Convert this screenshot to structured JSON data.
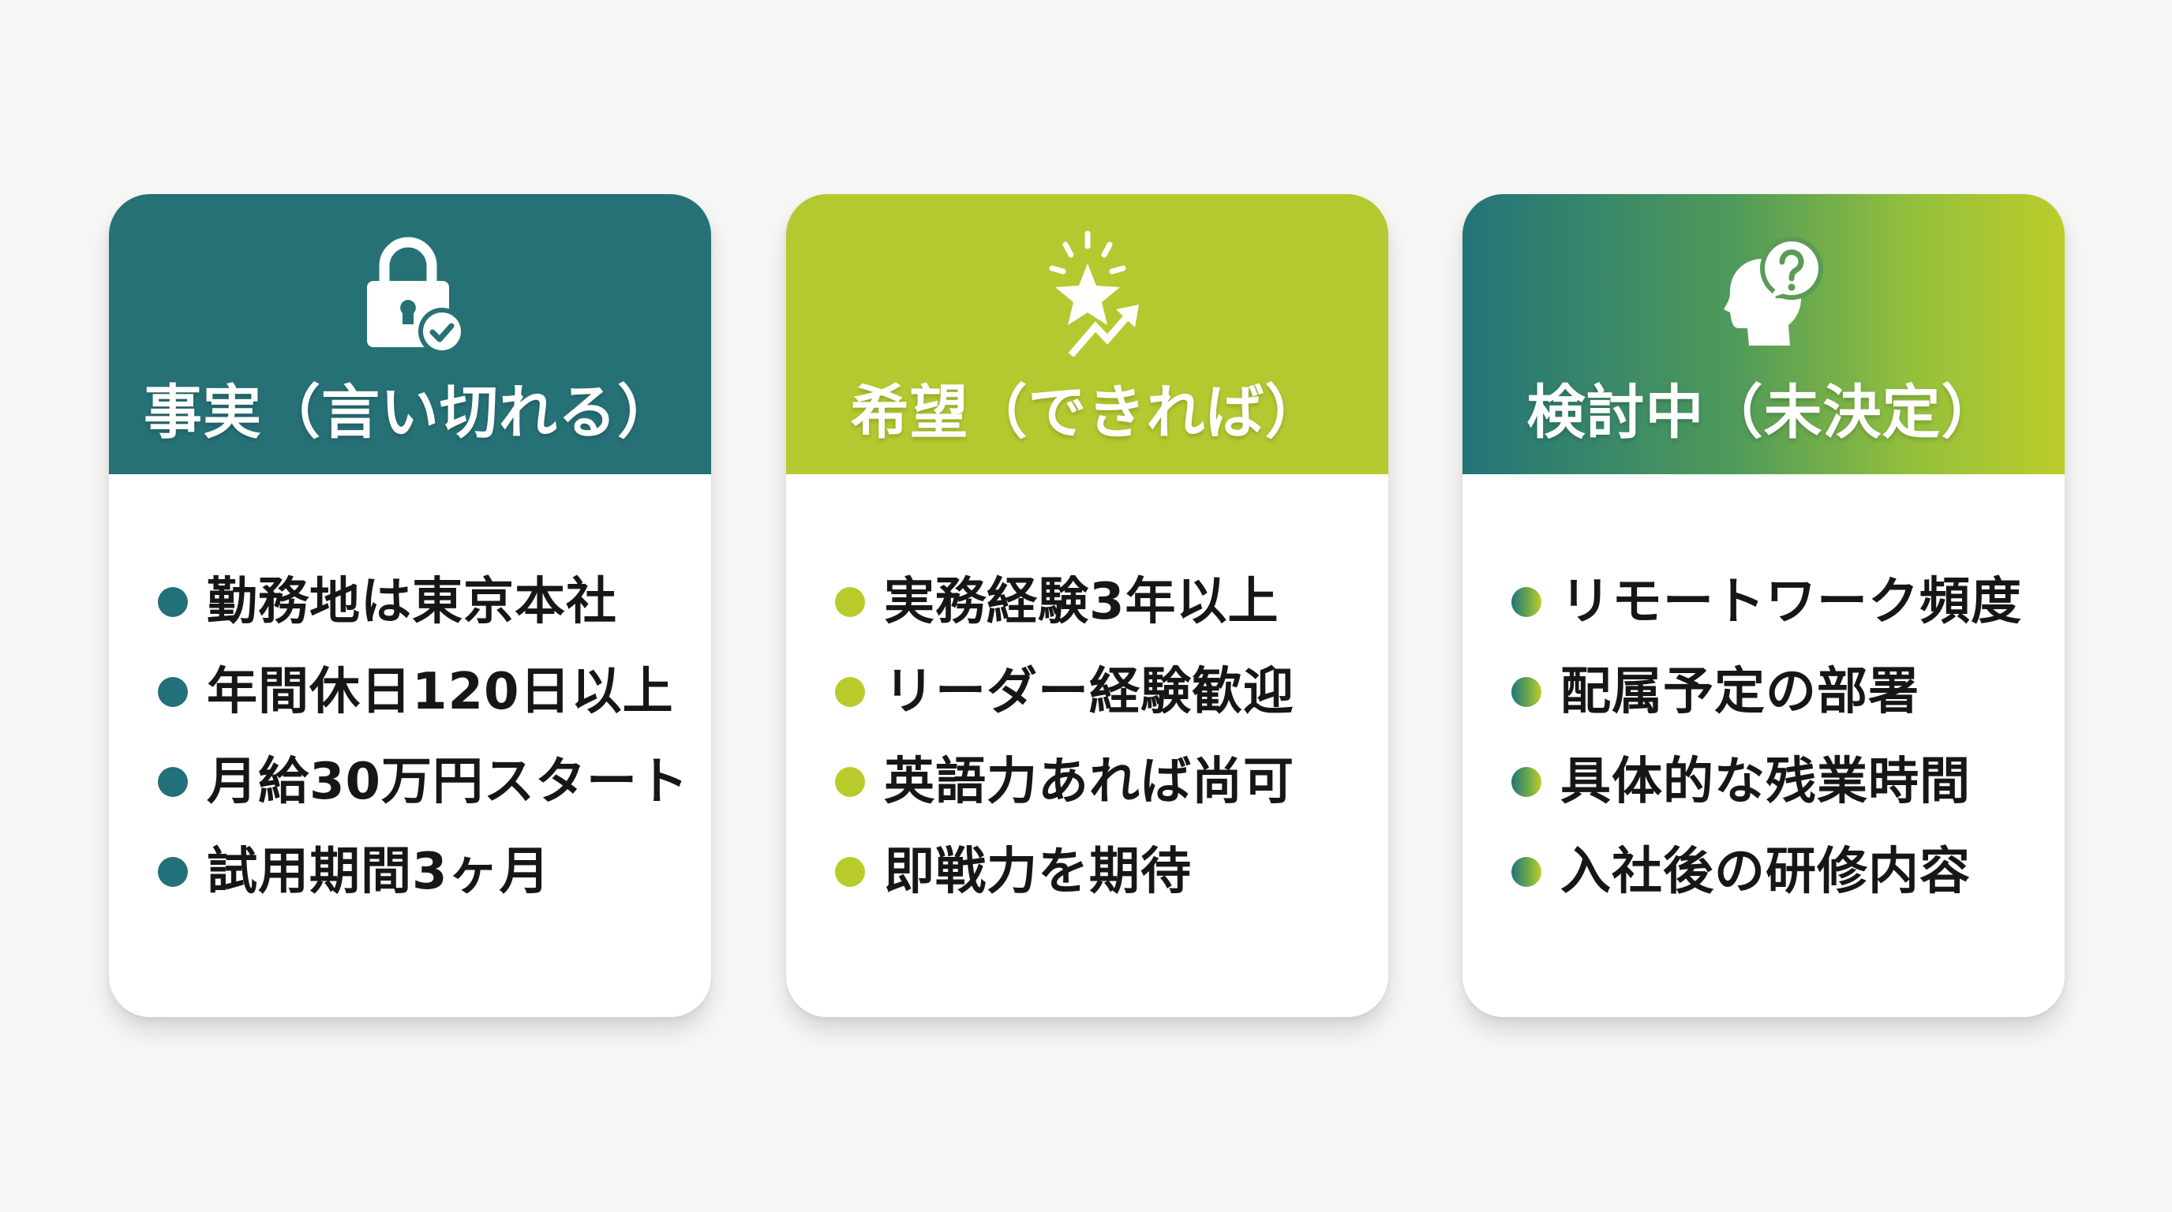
{
  "colors": {
    "background": "#f7f7f6",
    "teal": "#267176",
    "lime": "#b4c930",
    "text": "#161616",
    "title_text": "#ffffff"
  },
  "cards": [
    {
      "id": "facts",
      "icon": "lock-check-icon",
      "title": "事実（言い切れる）",
      "header_color": "#267176",
      "bullet_color": "#22707a",
      "items": [
        "勤務地は東京本社",
        "年間休日120日以上",
        "月給30万円スタート",
        "試用期間3ヶ月"
      ]
    },
    {
      "id": "wishes",
      "icon": "star-trend-icon",
      "title": "希望（できれば）",
      "header_color": "#b4c930",
      "bullet_color": "#b9cb2b",
      "items": [
        "実務経験3年以上",
        "リーダー経験歓迎",
        "英語力あれば尚可",
        "即戦力を期待"
      ]
    },
    {
      "id": "undecided",
      "icon": "head-question-icon",
      "title": "検討中（未決定）",
      "header_color": "gradient #227479 → #bccc2a",
      "bullet_color": "gradient #21747c → #bfcc2a",
      "items": [
        "リモートワーク頻度",
        "配属予定の部署",
        "具体的な残業時間",
        "入社後の研修内容"
      ]
    }
  ]
}
